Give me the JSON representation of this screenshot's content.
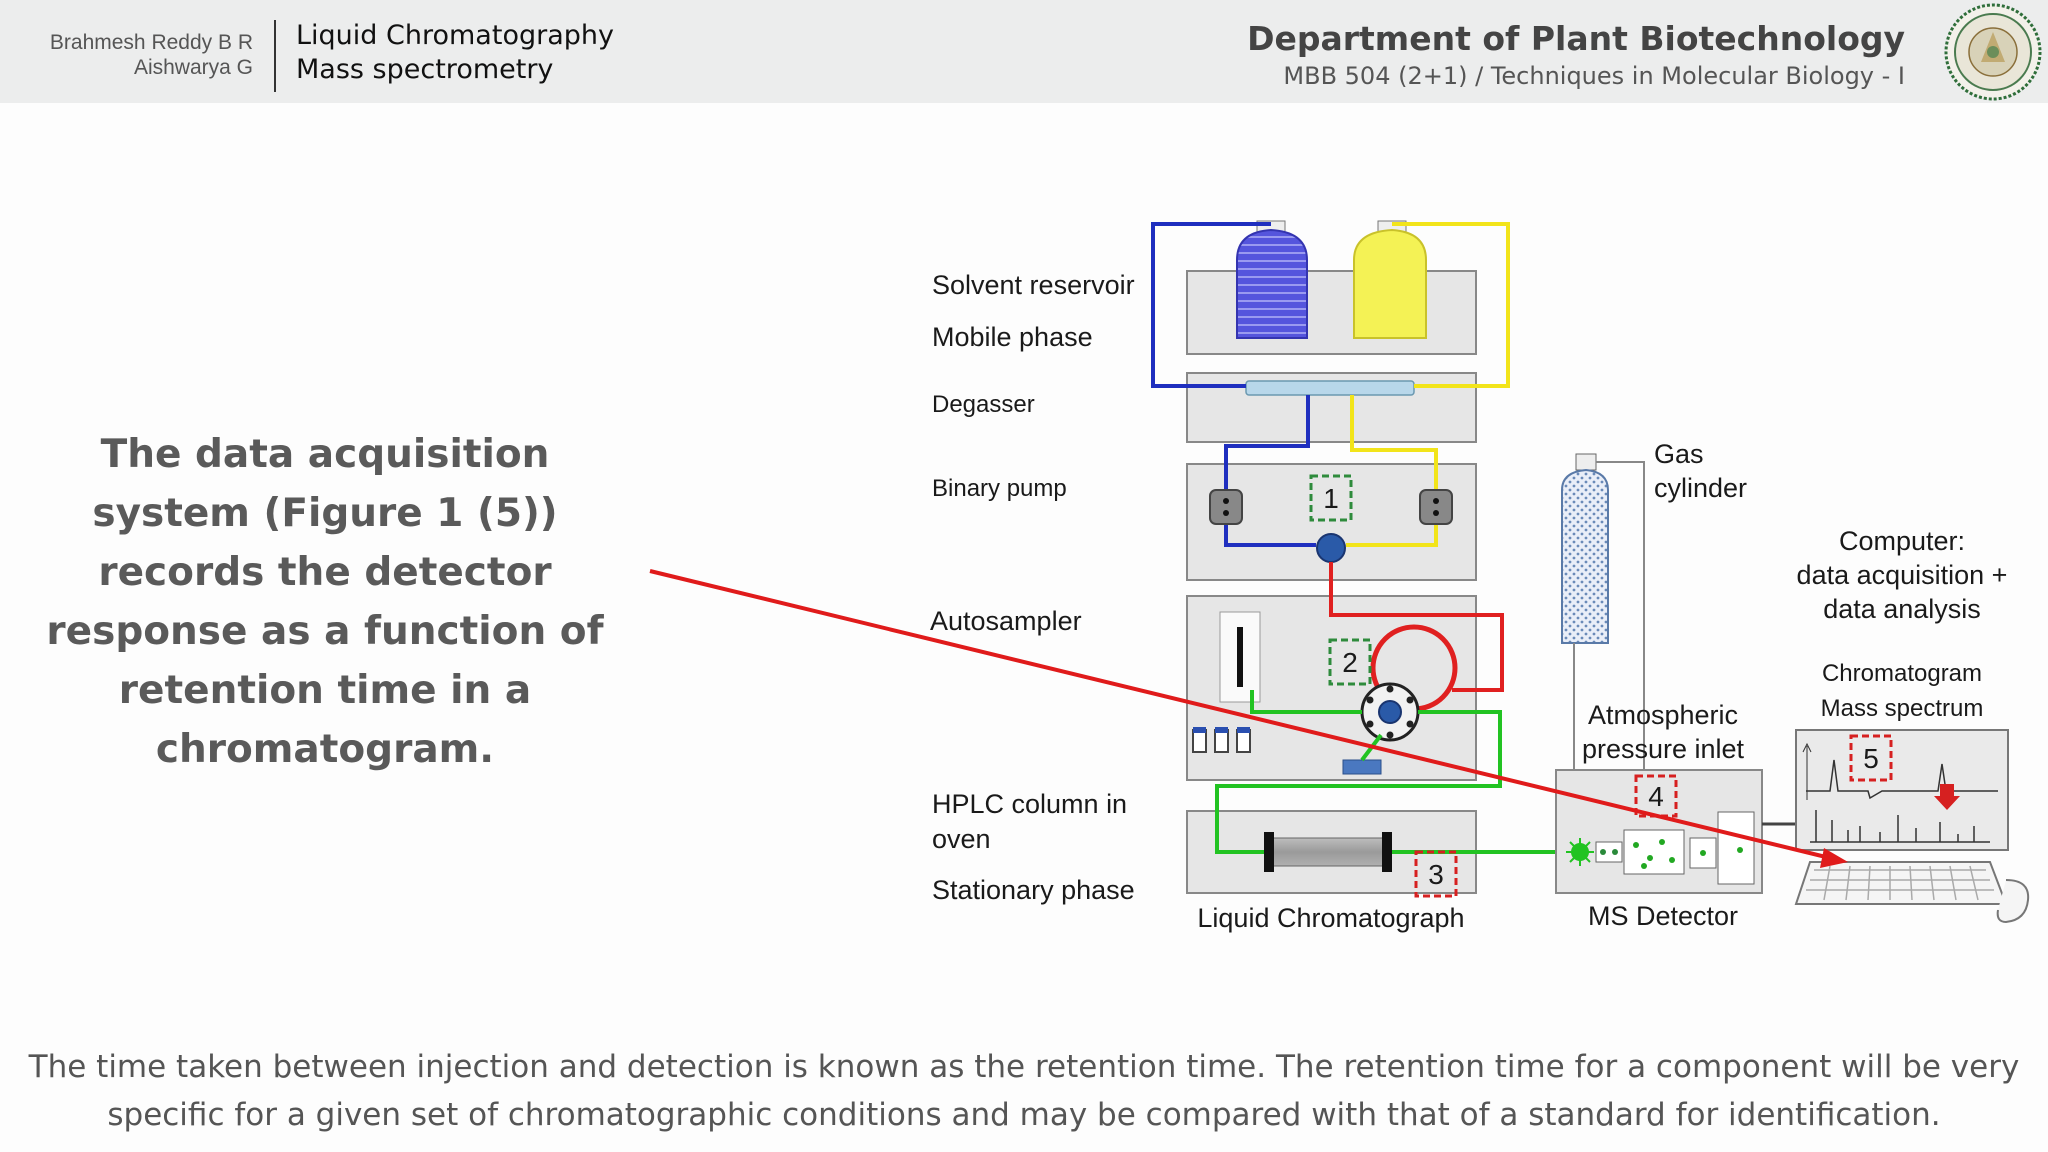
{
  "header": {
    "authors": [
      "Brahmesh Reddy B R",
      "Aishwarya G"
    ],
    "topic": [
      "Liquid Chromatography",
      "Mass spectrometry"
    ],
    "department": "Department of Plant Biotechnology",
    "course": "MBB 504 (2+1) / Techniques in Molecular Biology - I"
  },
  "main_text": "The data acquisition system (Figure 1 (5)) records the detector response as a function of retention time in a chromatogram.",
  "caption": "The time taken between injection and detection is known as the retention time. The retention time for a component will be very specific for a given set of chromatographic conditions and may be compared with that of a standard for identification.",
  "diagram": {
    "labels": {
      "solvent_reservoir": "Solvent reservoir",
      "mobile_phase": "Mobile phase",
      "degasser": "Degasser",
      "binary_pump": "Binary pump",
      "autosampler": "Autosampler",
      "hplc_column_1": "HPLC column in",
      "hplc_column_2": "oven",
      "stationary_phase": "Stationary phase",
      "liquid_chromatograph": "Liquid Chromatograph",
      "gas_cylinder_1": "Gas",
      "gas_cylinder_2": "cylinder",
      "api_1": "Atmospheric",
      "api_2": "pressure inlet",
      "ms_detector": "MS Detector",
      "computer_1": "Computer:",
      "computer_2": "data acquisition +",
      "computer_3": "data analysis",
      "chromatogram": "Chromatogram",
      "mass_spectrum": "Mass spectrum"
    },
    "markers": [
      "1",
      "2",
      "3",
      "4",
      "5"
    ],
    "colors": {
      "blue_line": "#1f2fbf",
      "yellow_line": "#f2e41a",
      "red_line": "#e02020",
      "green_line": "#22c322",
      "pointer_arrow": "#e01b1b",
      "marker_green": "#2e8b3c",
      "marker_red": "#d62020"
    }
  }
}
